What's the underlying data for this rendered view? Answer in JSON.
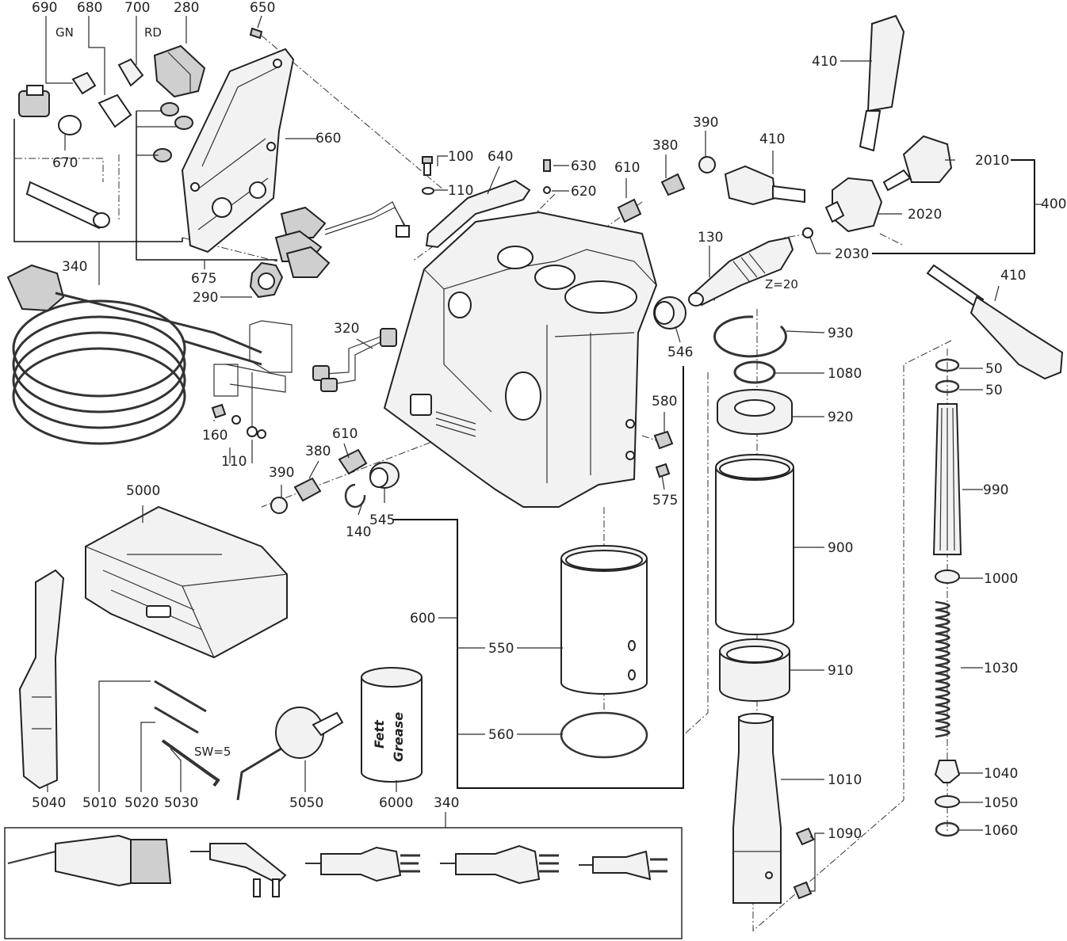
{
  "diagram": {
    "labels": {
      "l690": "690",
      "l680": "680",
      "l700": "700",
      "l280": "280",
      "l650": "650",
      "gn": "GN",
      "rd": "RD",
      "l670": "670",
      "l660": "660",
      "l340a": "340",
      "l675": "675",
      "l290": "290",
      "l100": "100",
      "l110a": "110",
      "l640": "640",
      "l630": "630",
      "l620": "620",
      "l610a": "610",
      "l380a": "380",
      "l390a": "390",
      "l410a": "410",
      "l410b": "410",
      "l2010": "2010",
      "l400": "400",
      "l2020": "2020",
      "l2030": "2030",
      "l130": "130",
      "z20": "Z=20",
      "l410c": "410",
      "l546": "546",
      "l930": "930",
      "l1080": "1080",
      "l920": "920",
      "l50a": "50",
      "l50b": "50",
      "l320": "320",
      "l580": "580",
      "l160": "160",
      "l110b": "110",
      "l610b": "610",
      "l380b": "380",
      "l390b": "390",
      "l575": "575",
      "l140": "140",
      "l545": "545",
      "l990": "990",
      "l5000": "5000",
      "l900": "900",
      "l1000": "1000",
      "l600": "600",
      "l550": "550",
      "l910": "910",
      "l1030": "1030",
      "l560": "560",
      "sw5": "SW=5",
      "l1040": "1040",
      "l1010": "1010",
      "l1050": "1050",
      "l1060": "1060",
      "l1090": "1090",
      "l5040": "5040",
      "l5010": "5010",
      "l5020": "5020",
      "l5030": "5030",
      "l5050": "5050",
      "l6000": "6000",
      "l340b": "340",
      "fett": "Fett",
      "grease": "Grease"
    }
  }
}
